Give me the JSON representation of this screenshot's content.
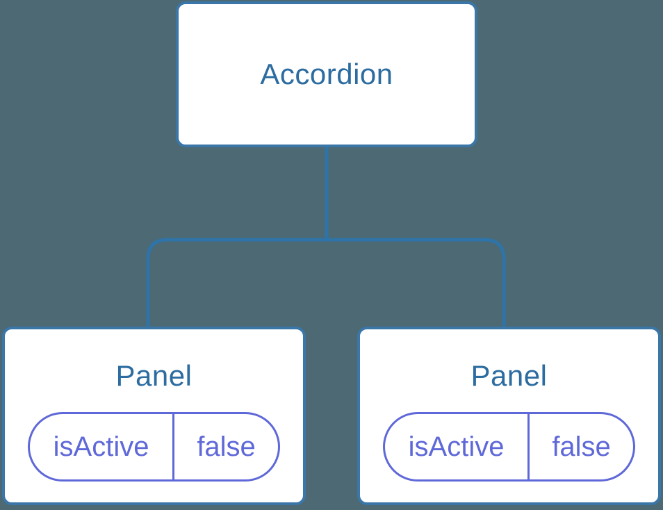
{
  "theme": {
    "background": "#4D6973",
    "node_fill": "#FFFFFF",
    "node_border": "#3A76A8",
    "connector": "#2E74A9",
    "node_text": "#2C6CA0",
    "pill": "#5F68D8"
  },
  "tree": {
    "root": {
      "label": "Accordion"
    },
    "children": [
      {
        "label": "Panel",
        "state": {
          "name": "isActive",
          "value": "false"
        }
      },
      {
        "label": "Panel",
        "state": {
          "name": "isActive",
          "value": "false"
        }
      }
    ]
  }
}
